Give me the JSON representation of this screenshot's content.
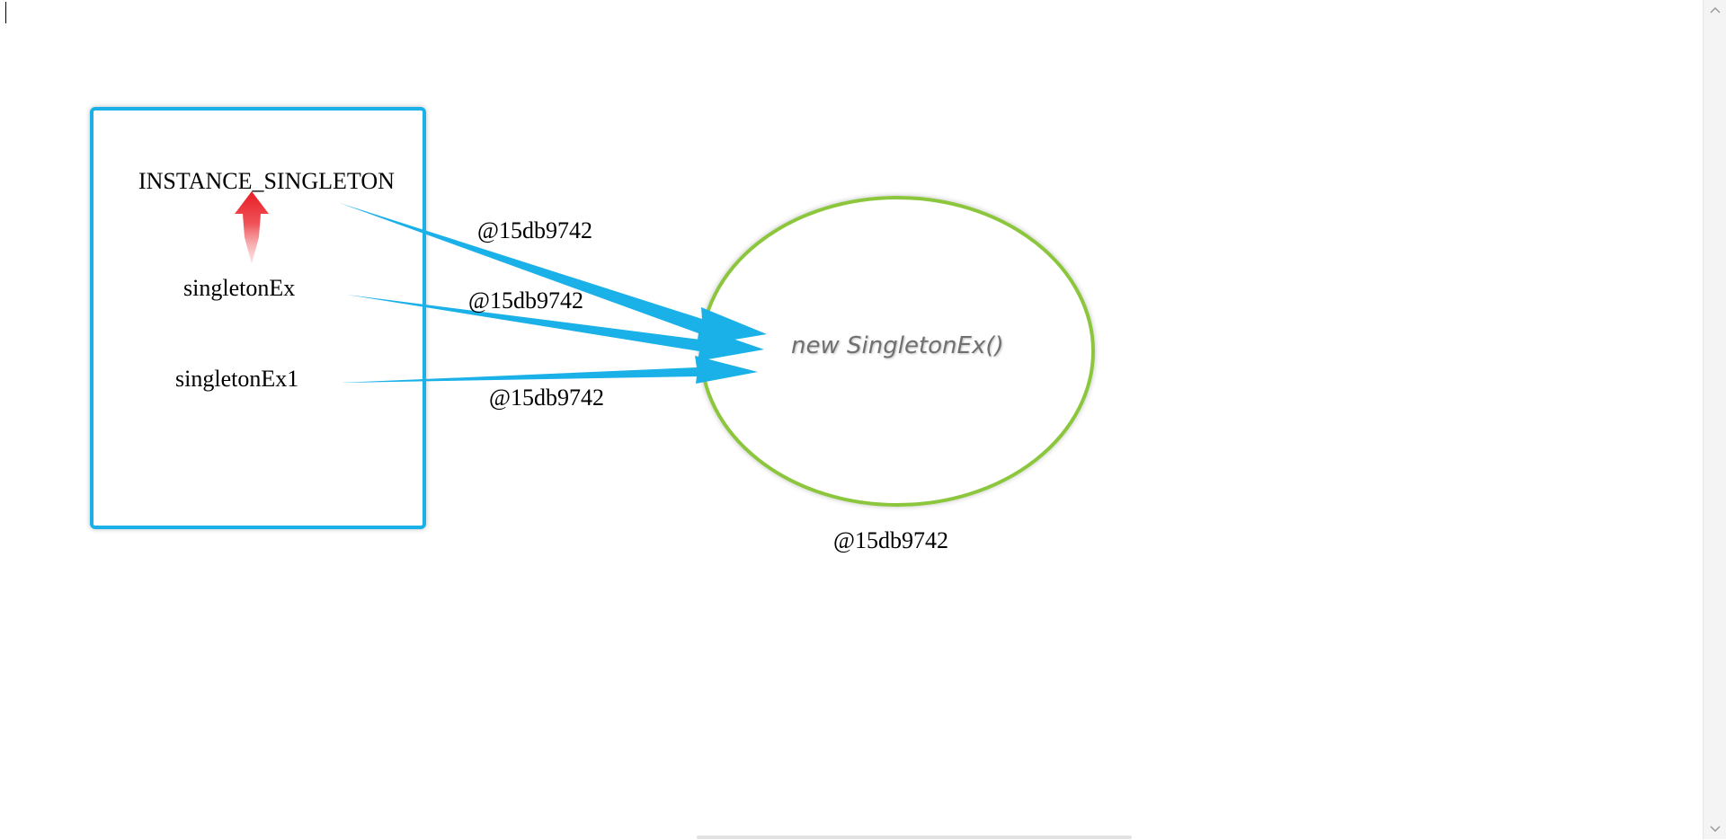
{
  "diagram": {
    "reference_box": {
      "border_color": "#1ab0e8",
      "variables": {
        "instance": "INSTANCE_SINGLETON",
        "ex": "singletonEx",
        "ex1": "singletonEx1"
      }
    },
    "object": {
      "label": "new SingletonEx()",
      "border_color": "#8cc63e",
      "address": "@15db9742"
    },
    "arrows": {
      "color": "#1ab0e8",
      "instance_address": "@15db9742",
      "ex_address": "@15db9742",
      "ex1_address": "@15db9742"
    },
    "assignment_arrow_color": "#e81d24"
  },
  "scrollbar": {
    "up_icon": "chevron-up-icon",
    "down_icon": "chevron-down-icon"
  }
}
